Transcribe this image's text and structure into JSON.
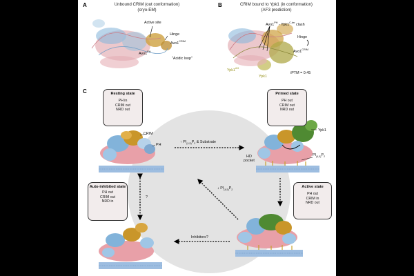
{
  "panel_a": {
    "letter": "A",
    "title": "Unbound CRIM (out conformation)",
    "subtitle": "(cryo-EM)",
    "labels": {
      "active_site": "Active site",
      "hinge": "Hinge",
      "avo1_crim": "Avo1",
      "avo1_crim_sup": "CRIM",
      "avo1_ph": "Avo1",
      "avo1_ph_sup": "PH",
      "acidic_loop": "\"Acidic loop\""
    }
  },
  "panel_b": {
    "letter": "B",
    "title": "CRIM bound to Ypk1 (in conformation)",
    "subtitle": "(AF3 prediction)",
    "labels": {
      "avo1_ph_clash": "Avo1",
      "avo1_ph_clash_sup": "PH",
      "clash_mid": " - Ypk1",
      "clash_sup": "C-ter",
      "clash_end": " clash",
      "hinge": "Hinge",
      "avo1_crim": "Avo1",
      "avo1_crim_sup": "CRIM",
      "ypk1_ag": "Ypk1",
      "ypk1_ag_sup": "AG",
      "ypk1": "Ypk1",
      "iptm": "iPTM = 0.45"
    }
  },
  "panel_c": {
    "letter": "C",
    "states": {
      "resting": {
        "title": "Resting state",
        "lines": [
          "PH in",
          "CRIM out",
          "NRD out"
        ]
      },
      "primed": {
        "title": "Primed state",
        "lines": [
          "PH out",
          "CRIM out",
          "NRD out"
        ]
      },
      "active": {
        "title": "Active state",
        "lines": [
          "PH out",
          "CRIM in",
          "NRD out"
        ]
      },
      "autoinhibited": {
        "title": "Auto-inhibited state",
        "lines": [
          "PH out",
          "CRIM out",
          "NRD in"
        ]
      }
    },
    "labels": {
      "crim": "CRIM",
      "ph": "PH",
      "ypk1": "Ypk1",
      "hd_pocket_1": "HD",
      "hd_pocket_2": "pocket",
      "pi_prefix": "PI",
      "pi_sub": "(4,5)",
      "pi_suffix": "P",
      "pi_sub2": "2",
      "substrate": "& Substrate",
      "up_arrow": "↑",
      "down_arrow": "↓",
      "question": "?",
      "inhibitors": "Inhibitors?"
    }
  },
  "colors": {
    "pink": "#e8a0a8",
    "blue": "#7fb0d8",
    "gold": "#c9962a",
    "green": "#5c8a3a",
    "membrane": "#8fb4da",
    "circle": "#e2e2e2"
  }
}
